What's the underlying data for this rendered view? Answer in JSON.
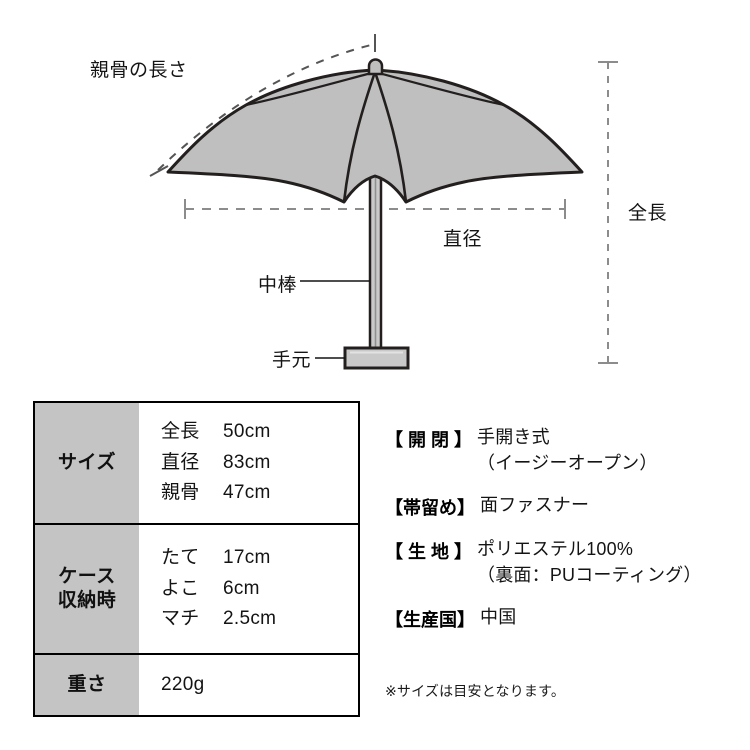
{
  "diagram": {
    "labels": {
      "rib_length": "親骨の長さ",
      "diameter": "直径",
      "total_length": "全長",
      "shaft": "中棒",
      "handle": "手元"
    },
    "colors": {
      "canopy_fill": "#bfbfbf",
      "outline": "#241f1f",
      "dimension_line": "#8c8c8c",
      "handle_fill": "#c9c9c9"
    }
  },
  "spec_table": {
    "rows": [
      {
        "label": "サイズ",
        "entries": [
          {
            "key": "全長",
            "value": "50cm"
          },
          {
            "key": "直径",
            "value": "83cm"
          },
          {
            "key": "親骨",
            "value": "47cm"
          }
        ]
      },
      {
        "label": "ケース\n収納時",
        "entries": [
          {
            "key": "たて",
            "value": "17cm"
          },
          {
            "key": "よこ",
            "value": "6cm"
          },
          {
            "key": "マチ",
            "value": "2.5cm"
          }
        ]
      },
      {
        "label": "重さ",
        "entries": [
          {
            "key": "",
            "value": "220g"
          }
        ]
      }
    ],
    "colors": {
      "label_bg": "#c4c4c4",
      "value_bg": "#ffffff",
      "border": "#000000"
    }
  },
  "spec_list": {
    "items": [
      {
        "key": "【 開 閉 】",
        "value": "手開き式\n（イージーオープン）"
      },
      {
        "key": "【帯留め】",
        "value": "面ファスナー"
      },
      {
        "key": "【 生 地 】",
        "value": "ポリエステル100%\n（裏面：PUコーティング）"
      },
      {
        "key": "【生産国】",
        "value": "中国"
      }
    ],
    "note": "※サイズは目安となります。"
  }
}
